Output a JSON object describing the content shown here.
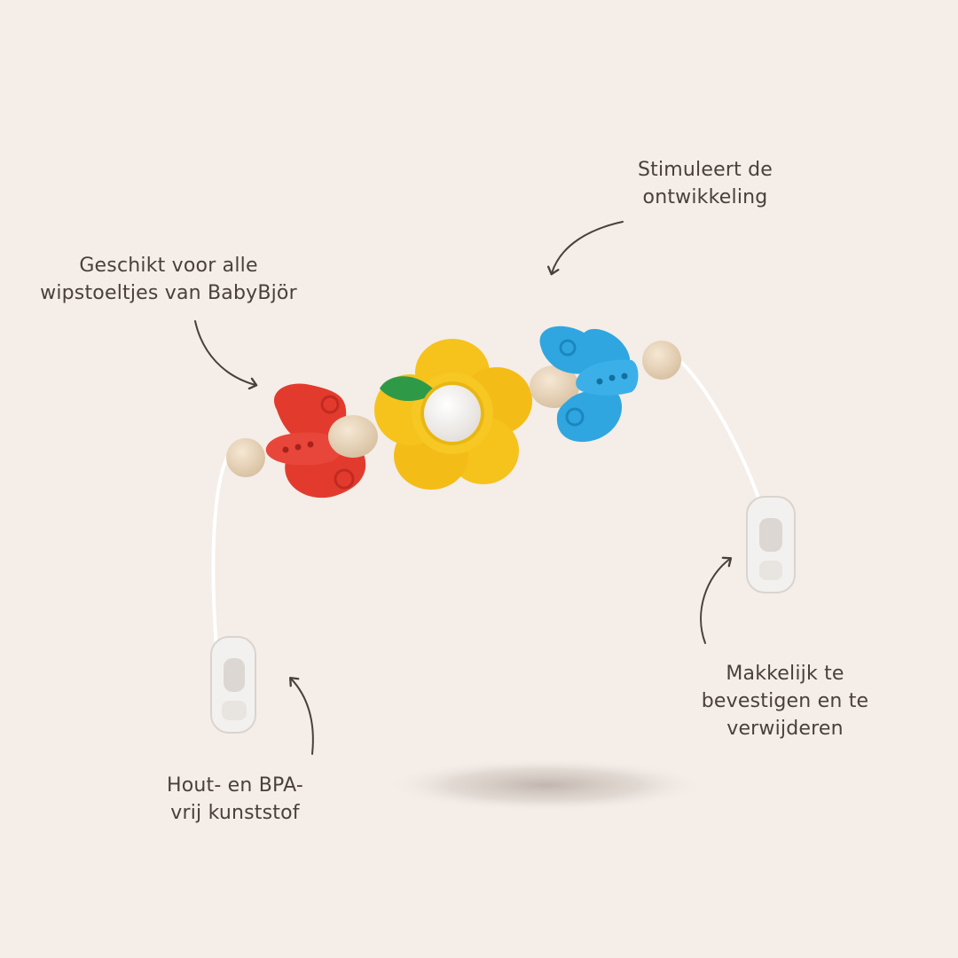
{
  "callouts": {
    "development": {
      "line1": "Stimuleert de",
      "line2": "ontwikkeling"
    },
    "compatible": {
      "line1": "Geschikt voor alle",
      "line2": "wipstoeltjes van BabyBjör"
    },
    "attach": {
      "line1": "Makkelijk te",
      "line2": "bevestigen en te",
      "line3": "verwijderen"
    },
    "material": {
      "line1": "Hout- en BPA-",
      "line2": "vrij kunststof"
    }
  },
  "colors": {
    "background": "#f4ede8",
    "text": "#4a3f3b",
    "red_butterfly": "#e23b2e",
    "yellow_flower": "#f6c21c",
    "blue_butterfly": "#2fa6e0",
    "leaf": "#2e9a47",
    "wood": "#e9d6bd"
  },
  "icons": [
    "curved-arrow-icon",
    "red-butterfly-icon",
    "yellow-flower-icon",
    "blue-butterfly-icon"
  ]
}
